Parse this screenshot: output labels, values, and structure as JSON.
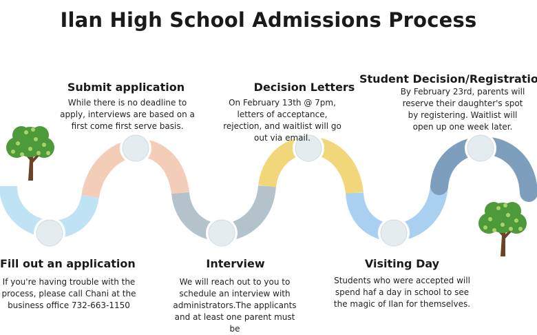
{
  "title": "Ilan High School Admissions Process",
  "steps": [
    {
      "title": "Fill out an application",
      "text": "If you're having trouble with the process, please call Chani at the business office 732-663-1150",
      "color": "#bfe3f4"
    },
    {
      "title": "Submit application",
      "text": "While there is no deadline to apply, interviews are based on a first come first serve basis.",
      "color": "#f4cdb8"
    },
    {
      "title": "Interview",
      "text": "We will reach out to you to schedule an interview with administrators.The applicants and at least one parent must be",
      "color": "#b4c2cc"
    },
    {
      "title": "Decision Letters",
      "text": "On February 13th @ 7pm, letters of acceptance, rejection, and waitlist will go out via email.",
      "color": "#f1d77a"
    },
    {
      "title": "Visiting Day",
      "text": "Students who were accepted will spend haf a day in school to see the magic of Ilan for themselves.",
      "color": "#a9d0f0"
    },
    {
      "title": "Student Decision/Registration",
      "text": "By February 23rd, parents will reserve their daughter's spot by registering. Waitlist will open up one week later.",
      "color": "#7d9fbd"
    }
  ],
  "colors": {
    "node_fill": "#e4ecf0",
    "node_ring": "#ffffff",
    "leaf": "#4d9a3a",
    "fruit": "#a8d46a",
    "trunk": "#6b4428"
  },
  "icons": [
    "tree-icon-left",
    "tree-icon-right"
  ]
}
